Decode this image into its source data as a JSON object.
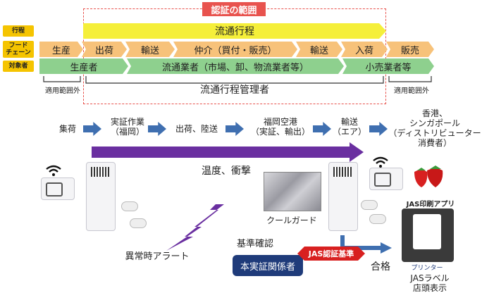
{
  "header": {
    "certification_scope": "認証の範囲"
  },
  "row_labels": {
    "process": "行程",
    "food_chain": "フード\nチェーン",
    "target": "対象者"
  },
  "top": {
    "distribution_process": "流通行程"
  },
  "food_chain": {
    "production": "生産",
    "shipping": "出荷",
    "transport1": "輸送",
    "intermediary": "仲介（買付・販売）",
    "transport2": "輸送",
    "arrival": "入荷",
    "sales": "販売"
  },
  "targets": {
    "producer": "生産者",
    "distributor": "流通業者（市場、卸、物流業者等）",
    "retailer": "小売業者等"
  },
  "scope": {
    "out_of_scope_left": "適用範囲外",
    "manager": "流通行程管理者",
    "out_of_scope_right": "適用範囲外"
  },
  "flow": {
    "step1": "集荷",
    "step2": "実証作業\n（福岡）",
    "step3": "出荷、陸送",
    "step4": "福岡空港\n（実証、輸出）",
    "step5": "輸送\n（エア）",
    "step6": "香港、\nシンガポール\n（ディストリビューター\n消費者）"
  },
  "lower": {
    "temp_shock": "温度、衝撃",
    "cool_guard": "クールガード",
    "alert": "異常時アラート",
    "standard_check": "基準確認",
    "jas_standard": "JAS認証基準",
    "official": "本実証関係者",
    "pass": "合格",
    "jas_app": "JAS印刷アプリ",
    "printer": "プリンター",
    "jas_label": "JASラベル\n店頭表示"
  },
  "colors": {
    "orange_arrow": "#f7c27a",
    "green_arrow": "#8ed08e",
    "yellow_arrow": "#f5ef3a",
    "scope_red": "#e8534e",
    "purple": "#6a2fa0",
    "navy": "#1f3b7a",
    "jas_red": "#d82020",
    "flow_blue": "#3f6fb0"
  }
}
